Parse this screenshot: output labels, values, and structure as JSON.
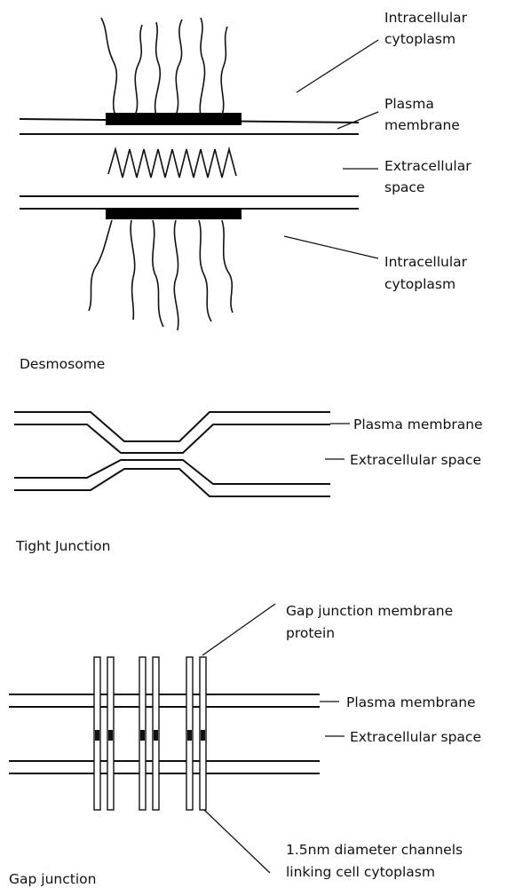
{
  "colors": {
    "ink": "#111111",
    "background": "#ffffff"
  },
  "desmosome": {
    "title": "Desmosome",
    "labels": {
      "intracellular_top_1": "Intracellular",
      "intracellular_top_2": "cytoplasm",
      "plasma_membrane_1": "Plasma",
      "plasma_membrane_2": "membrane",
      "extracellular_1": "Extracellular",
      "extracellular_2": "space",
      "intracellular_bottom_1": "Intracellular",
      "intracellular_bottom_2": "cytoplasm"
    }
  },
  "tight_junction": {
    "title": "Tight Junction",
    "labels": {
      "plasma_membrane": "Plasma membrane",
      "extracellular_space": "Extracellular space"
    }
  },
  "gap_junction": {
    "title": "Gap junction",
    "labels": {
      "protein_1": "Gap junction membrane",
      "protein_2": "protein",
      "plasma_membrane": "Plasma membrane",
      "extracellular_space": "Extracellular space",
      "channels_1": "1.5nm diameter channels",
      "channels_2": "linking cell cytoplasm"
    }
  }
}
